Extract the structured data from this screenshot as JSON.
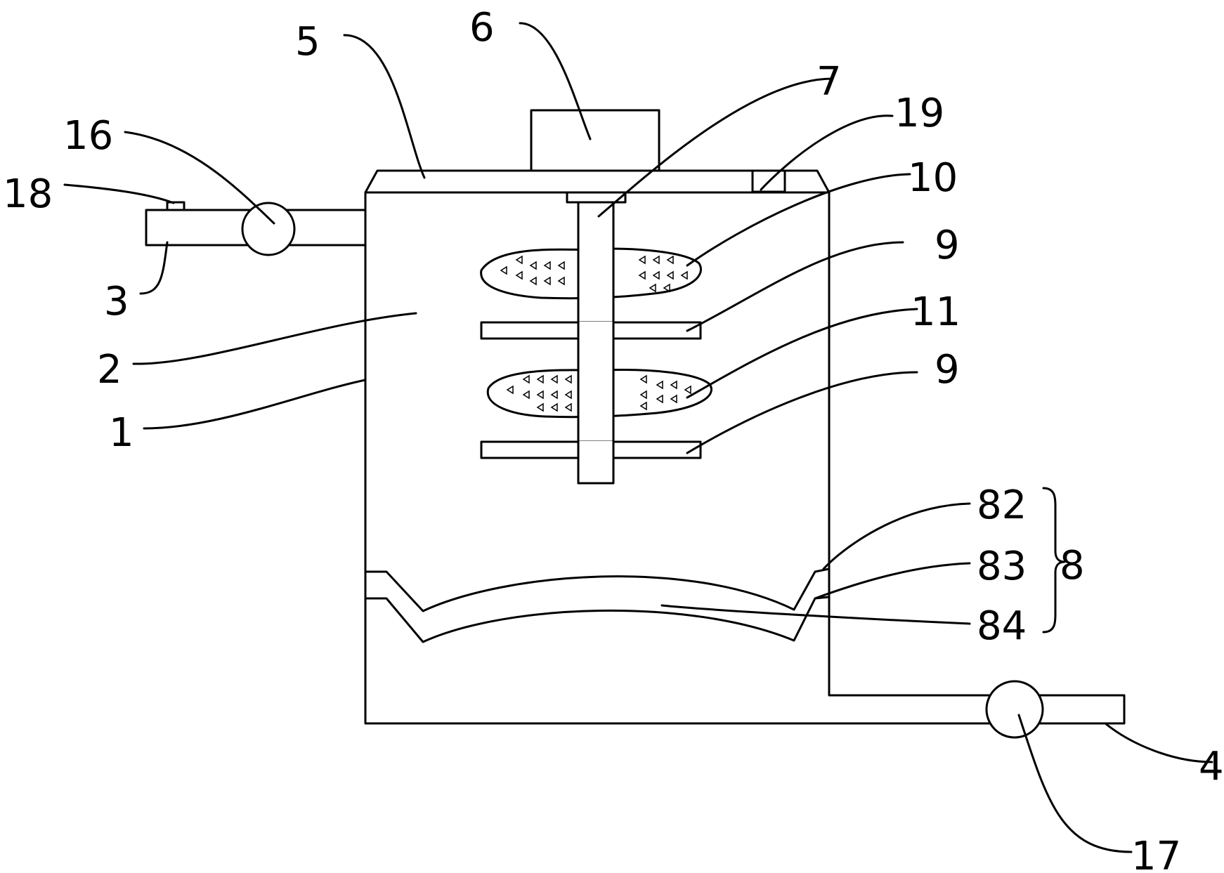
{
  "labels": {
    "n1": "1",
    "n2": "2",
    "n3": "3",
    "n4": "4",
    "n5": "5",
    "n6": "6",
    "n7": "7",
    "n8": "8",
    "n9a": "9",
    "n9b": "9",
    "n10": "10",
    "n11": "11",
    "n16": "16",
    "n17": "17",
    "n18": "18",
    "n19": "19",
    "n82": "82",
    "n83": "83",
    "n84": "84"
  }
}
